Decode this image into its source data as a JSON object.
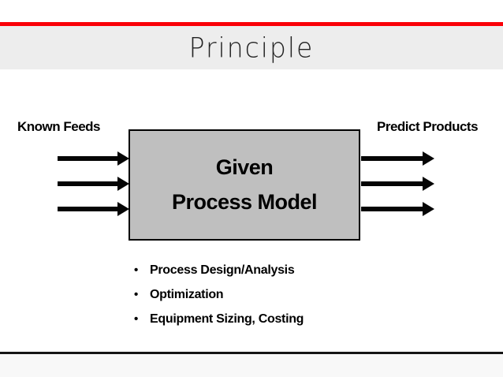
{
  "slide": {
    "title": "Principle",
    "diagram": {
      "left_label": "Known Feeds",
      "right_label": "Predict Products",
      "box_line1": "Given",
      "box_line2": "Process Model",
      "input_arrow_count": 3,
      "output_arrow_count": 3
    },
    "bullets": [
      "Process Design/Analysis",
      "Optimization",
      "Equipment Sizing, Costing"
    ],
    "bullet_glyph": "•",
    "colors": {
      "accent_red": "#fa0008",
      "banner_gray": "#ededed",
      "box_gray": "#bfbfbf",
      "footer_gray": "#f8f8f8",
      "ink": "#000000"
    }
  }
}
